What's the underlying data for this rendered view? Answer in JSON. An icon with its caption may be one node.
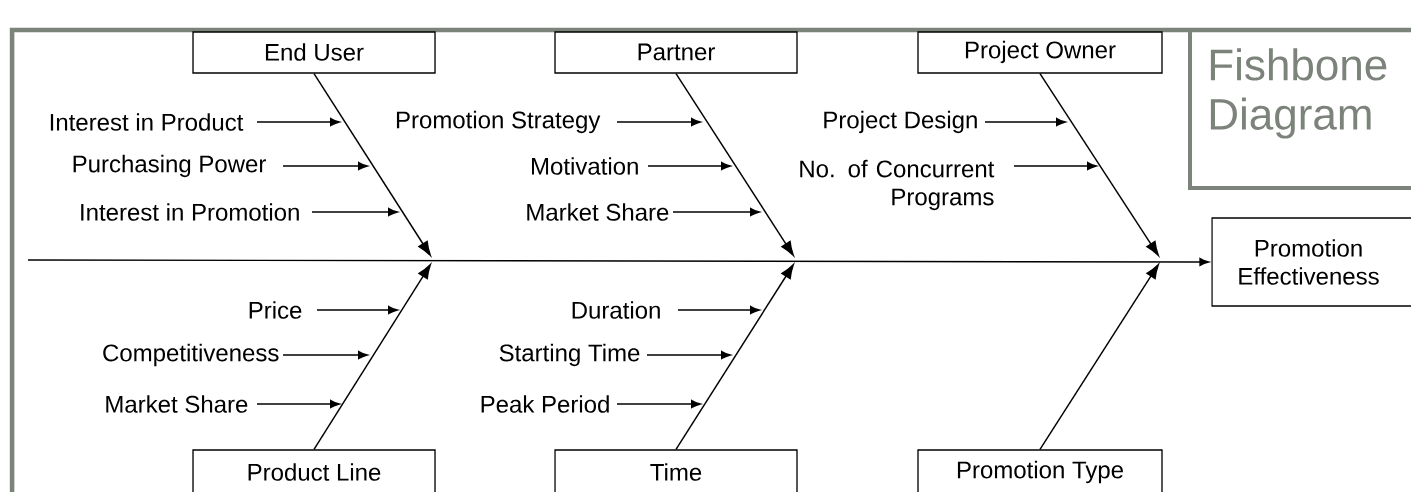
{
  "diagram": {
    "title": "Fishbone Diagram",
    "nodes": [
      {
        "text": [
          "End User"
        ]
      },
      {
        "text": [
          "Partner"
        ]
      },
      {
        "text": [
          "Project Owner"
        ]
      },
      {
        "text": [
          "Promotion Effectiveness"
        ]
      },
      {
        "text": [
          "Product Line"
        ]
      },
      {
        "text": [
          "Time"
        ]
      },
      {
        "text": [
          "Promotion Type"
        ]
      },
      {
        "text": [
          "Interest in Product"
        ]
      },
      {
        "text": [
          "Purchasing Power"
        ]
      },
      {
        "text": [
          "Interest in Promotion"
        ]
      },
      {
        "text": [
          "Promotion Strategy"
        ]
      },
      {
        "text": [
          "Motivation"
        ]
      },
      {
        "text": [
          "Market Share"
        ]
      },
      {
        "text": [
          "Project Design"
        ]
      },
      {
        "text": [
          "No. of Concurrent Programs"
        ]
      },
      {
        "text": [
          "Price"
        ]
      },
      {
        "text": [
          "Competitiveness"
        ]
      },
      {
        "text": [
          "Market Share"
        ]
      },
      {
        "text": [
          "Duration"
        ]
      },
      {
        "text": [
          "Starting Time"
        ]
      },
      {
        "text": [
          "Peak Period"
        ]
      }
    ],
    "edges": [
      {
        "from": null,
        "to": 3,
        "arrow": "to"
      },
      {
        "from": 0,
        "to": null,
        "arrow": "to"
      },
      {
        "from": 1,
        "to": null,
        "arrow": "to"
      },
      {
        "from": 2,
        "to": null,
        "arrow": "to"
      },
      {
        "from": 4,
        "to": null,
        "arrow": "to"
      },
      {
        "from": 5,
        "to": null,
        "arrow": "to"
      },
      {
        "from": 6,
        "to": null,
        "arrow": "to"
      },
      {
        "from": 7,
        "to": null,
        "arrow": "to"
      },
      {
        "from": 8,
        "to": null,
        "arrow": "to"
      },
      {
        "from": 9,
        "to": null,
        "arrow": "to"
      },
      {
        "from": 10,
        "to": null,
        "arrow": "to"
      },
      {
        "from": 11,
        "to": null,
        "arrow": "to"
      },
      {
        "from": 12,
        "to": null,
        "arrow": "to"
      },
      {
        "from": 13,
        "to": null,
        "arrow": "to"
      },
      {
        "from": 14,
        "to": null,
        "arrow": "to"
      },
      {
        "from": 15,
        "to": null,
        "arrow": "to"
      },
      {
        "from": 16,
        "to": null,
        "arrow": "to"
      },
      {
        "from": 17,
        "to": null,
        "arrow": "to"
      },
      {
        "from": 18,
        "to": null,
        "arrow": "to"
      },
      {
        "from": 19,
        "to": null,
        "arrow": "to"
      },
      {
        "from": 20,
        "to": null,
        "arrow": "to"
      }
    ]
  }
}
